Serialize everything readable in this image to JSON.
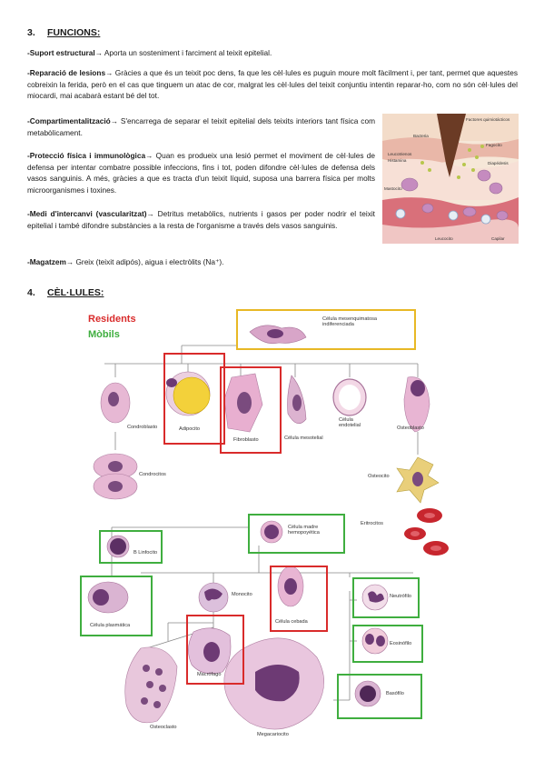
{
  "section3": {
    "number": "3.",
    "title": "FUNCIONS:"
  },
  "paragraphs": [
    {
      "term": "-Suport estructural",
      "arrow": "→",
      "text": " Aporta un sosteniment i farciment al teixit epitelial."
    },
    {
      "term": "-Reparació de lesions",
      "arrow": "→",
      "text": " Gràcies a que és un teixit poc dens, fa que les cèl·lules es puguin moure molt fàcilment i, per tant, permet que aquestes cobreixin la ferida, però en el cas que tinguem un atac de cor, malgrat les cèl·lules del teixit conjuntiu intentin reparar-ho, com no són cèl·lules del miocardi, mai acabarà estant bé del tot."
    },
    {
      "term": "-Compartimentalització",
      "arrow": "→",
      "text": " S'encarrega de separar el teixit epitelial dels teixits interiors tant física com metabòlicament."
    },
    {
      "term": "-Protecció física i immunològica",
      "arrow": "→",
      "text": " Quan es produeix una lesió permet el moviment de cèl·lules de defensa per intentar combatre possible infeccions, fins i tot, poden difondre cèl·lules de defensa dels vasos sanguinis. A més, gràcies a que es tracta d'un teixit líquid, suposa una barrera física per molts microorganismes i toxines."
    },
    {
      "term": "-Medi d'intercanvi (vascularitzat)",
      "arrow": "→",
      "text": " Detritus metabòlics, nutrients i gasos per poder nodrir el teixit epitelial i també difondre substàncies a la resta de l'organisme a través dels vasos sanguinis."
    },
    {
      "term": "-Magatzem",
      "arrow": "→",
      "text": " Greix (teixit adipós), aigua i electròlits (Na⁺)."
    }
  ],
  "inset_figure": {
    "labels": [
      "Factores quimiotácticos",
      "Bacteria",
      "Fagocito",
      "Leucotrienos",
      "Histamina",
      "Diapédesis",
      "Mastocito",
      "Leucocito",
      "Capilar"
    ]
  },
  "section4": {
    "number": "4.",
    "title": "CÈL·LULES:"
  },
  "cells_figure": {
    "legend": {
      "residents": "Residents",
      "mobils": "Mòbils"
    },
    "colors": {
      "residents": "#d92b2b",
      "mobils": "#3fae3f",
      "origin": "#e8b825"
    },
    "labels": {
      "mesenquimal": "Célula mesenquimatosa indiferenciada",
      "condroblasto": "Condroblasto",
      "adipocito": "Adipocito",
      "fibroblasto": "Fibroblasto",
      "mesotelial": "Célula mesotelial",
      "endotelial": "Célula endotelial",
      "osteoblasto": "Osteoblasto",
      "condrocitos": "Condrocitos",
      "osteocito": "Osteocito",
      "madre": "Célula madre hemopoyética",
      "blinfocito": "B Linfocito",
      "eritrocitos": "Eritrocitos",
      "plasmatica": "Célula plasmática",
      "monocito": "Monocito",
      "cebada": "Célula cebada",
      "neutrofilo": "Neutrófilo",
      "eosinofilo": "Eosinófilo",
      "macrofago": "Macrófago",
      "basofilo": "Basófilo",
      "osteoclasto": "Osteoclasto",
      "megacariocito": "Megacariocito"
    }
  }
}
